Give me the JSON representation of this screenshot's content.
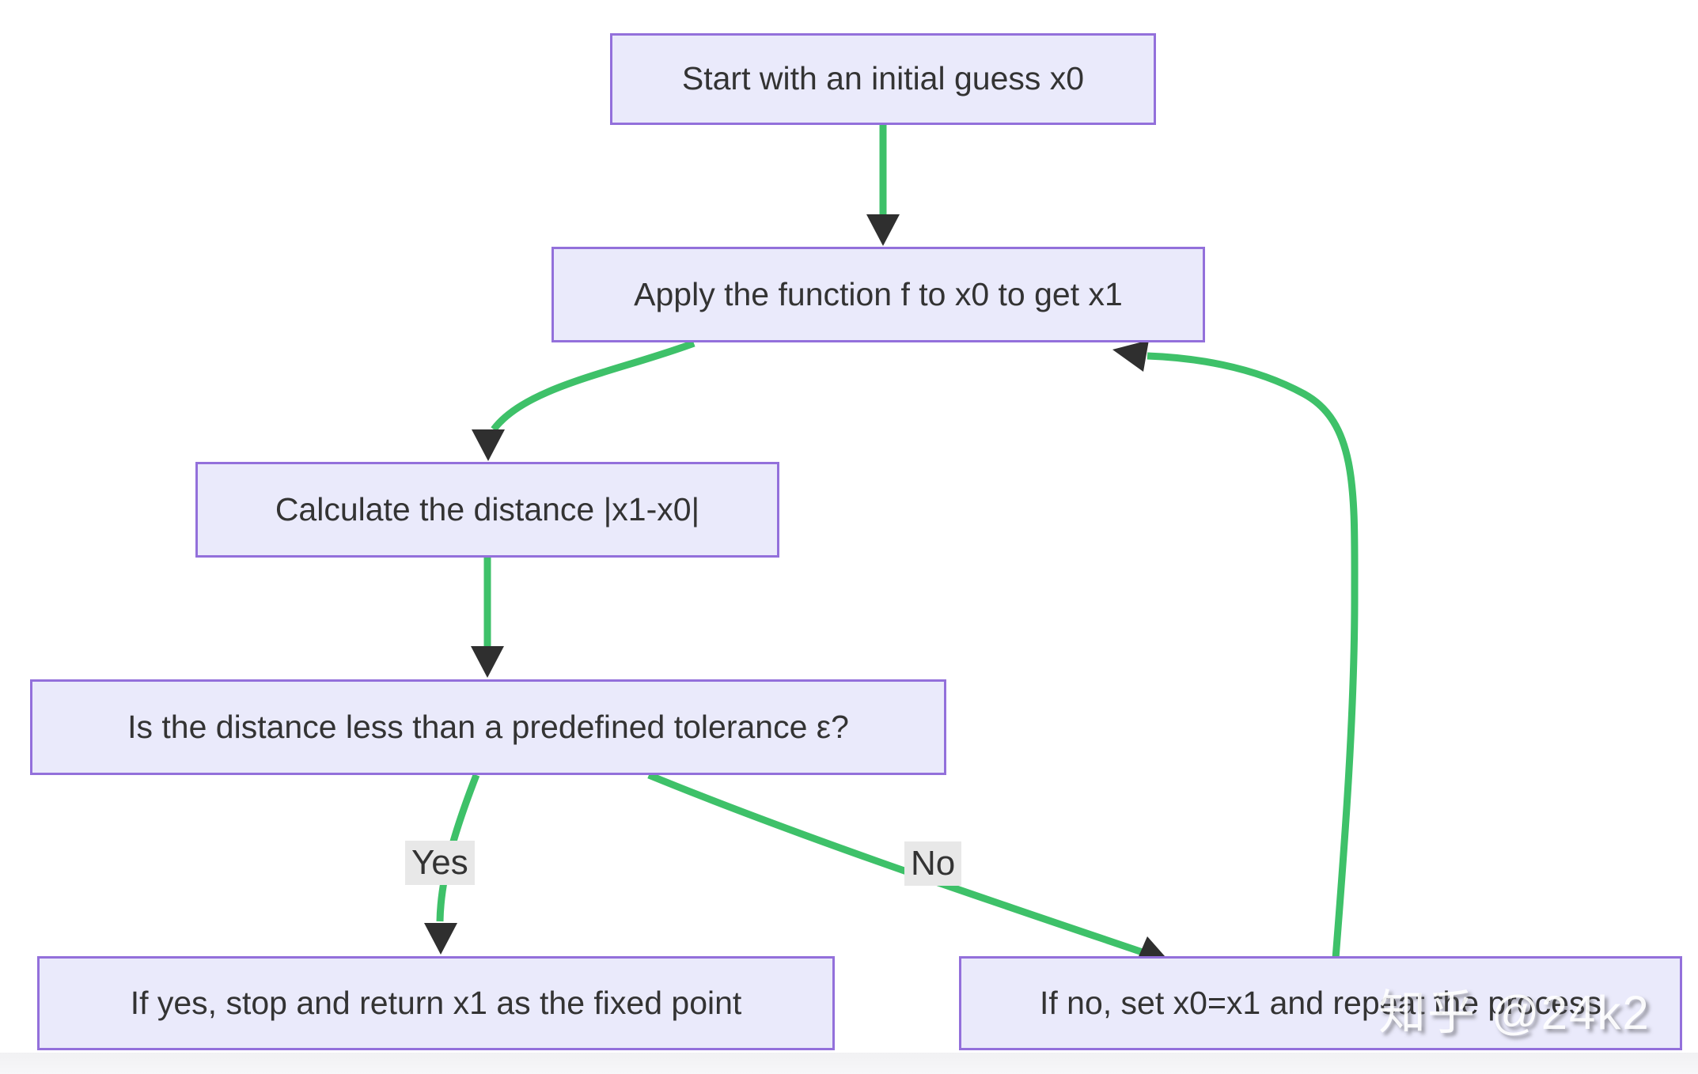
{
  "diagram": {
    "type": "flowchart",
    "nodes": {
      "start": {
        "label": "Start with an initial guess x0"
      },
      "apply": {
        "label": "Apply the function f to x0 to get x1"
      },
      "calc": {
        "label": "Calculate the distance |x1-x0|"
      },
      "check": {
        "label": "Is the distance less than a predefined tolerance ε?"
      },
      "stop": {
        "label": "If yes, stop and return x1 as the fixed point"
      },
      "repeat": {
        "label": "If no, set x0=x1 and repeat the process"
      }
    },
    "edges": [
      {
        "from": "start",
        "to": "apply",
        "label": ""
      },
      {
        "from": "apply",
        "to": "calc",
        "label": ""
      },
      {
        "from": "calc",
        "to": "check",
        "label": ""
      },
      {
        "from": "check",
        "to": "stop",
        "label": "Yes"
      },
      {
        "from": "check",
        "to": "repeat",
        "label": "No"
      },
      {
        "from": "repeat",
        "to": "apply",
        "label": ""
      }
    ],
    "colors": {
      "node_fill": "#EAEAFB",
      "node_border": "#9370DB",
      "edge": "#3EC169",
      "arrowhead": "#2F2F2F",
      "text": "#333333",
      "edge_label_bg": "#E8E8E8"
    }
  },
  "watermark": {
    "text": "知乎 @24k2"
  }
}
